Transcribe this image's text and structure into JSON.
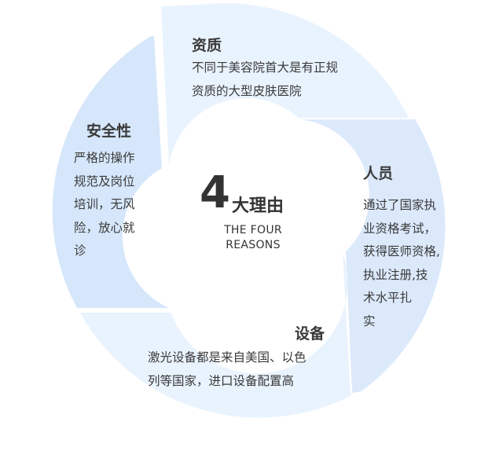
{
  "center": {
    "number": "4",
    "title": "大理由",
    "subtitle_line1": "THE FOUR",
    "subtitle_line2": "REASONS"
  },
  "segments": [
    {
      "id": "qualification",
      "title": "资质",
      "lines": [
        "不同于美容院首大是有正规",
        "资质的大型皮肤医院"
      ]
    },
    {
      "id": "staff",
      "title": "人员",
      "lines": [
        "通过了国家执",
        "业资格考试，",
        "获得医师资格,",
        "执业注册,技",
        "术水平扎",
        "实"
      ]
    },
    {
      "id": "equipment",
      "title": "设备",
      "lines": [
        "激光设备都是来自美国、以色",
        "列等国家，进口设备配置高"
      ]
    },
    {
      "id": "safety",
      "title": "安全性",
      "lines": [
        "严格的操作",
        "规范及岗位",
        "培训，无风",
        "险，放心就",
        "诊"
      ]
    }
  ],
  "colors": {
    "ring_light": "#e9f3fe",
    "ring_mid": "#d6e7fb",
    "text": "#3a3a3a"
  }
}
